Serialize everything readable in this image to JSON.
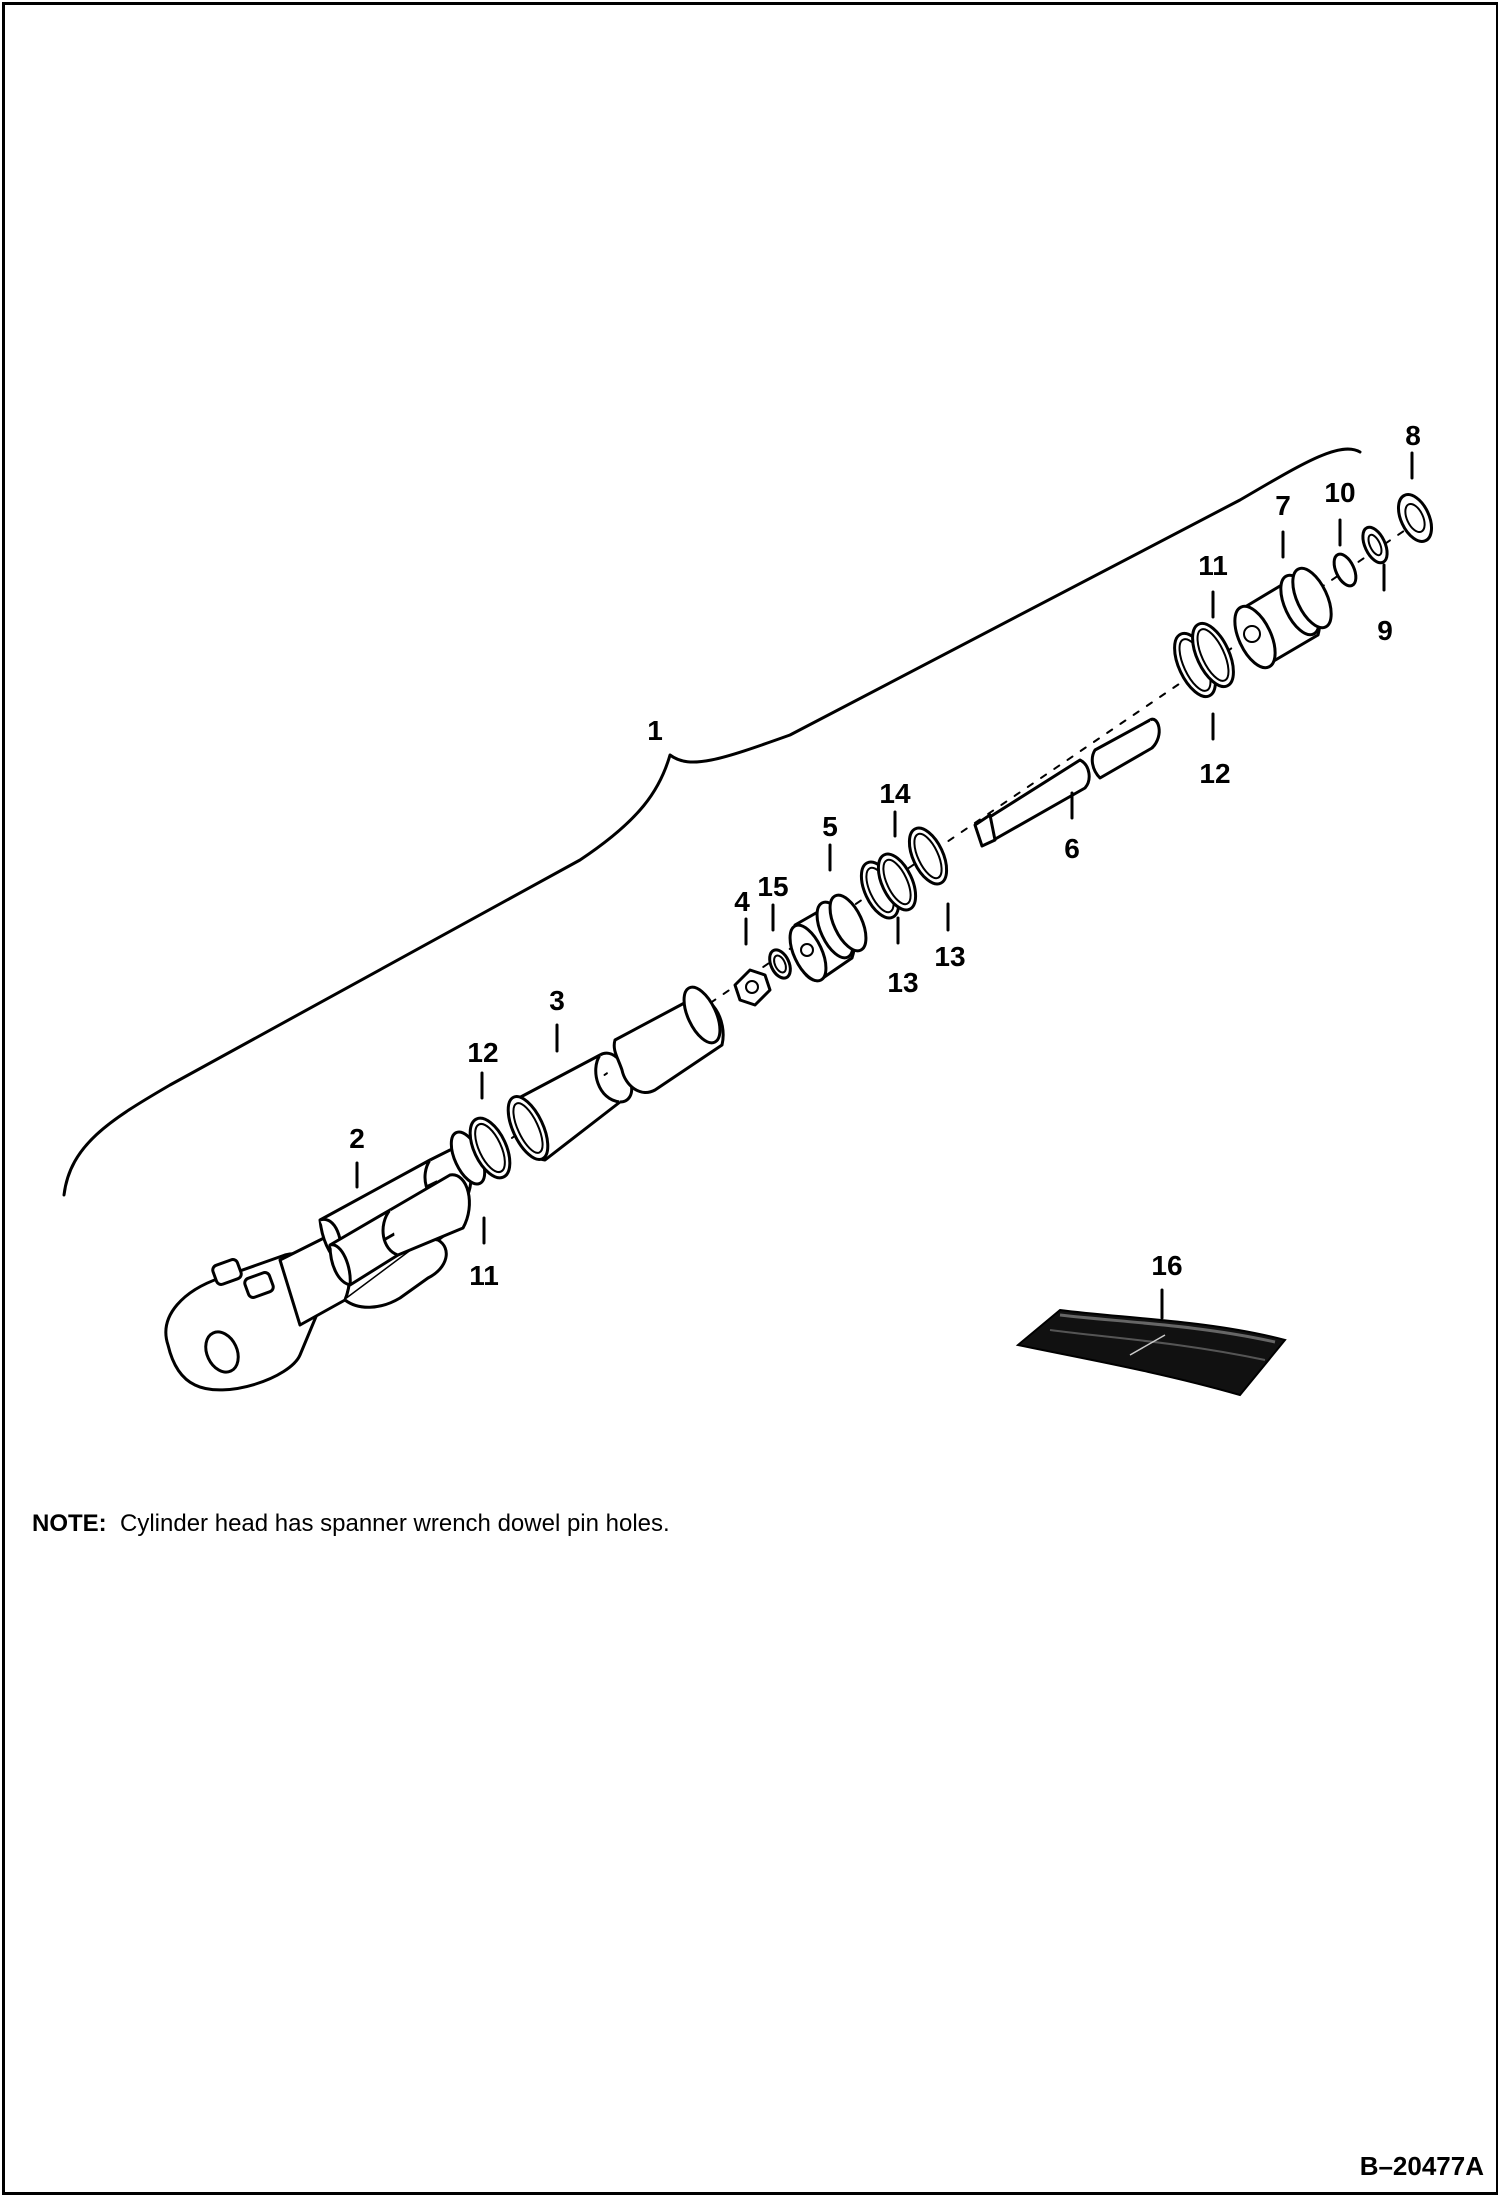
{
  "callouts": {
    "c1": "1",
    "c2": "2",
    "c3": "3",
    "c4": "4",
    "c5": "5",
    "c6": "6",
    "c7": "7",
    "c8": "8",
    "c9": "9",
    "c10": "10",
    "c11a": "11",
    "c11b": "11",
    "c12a": "12",
    "c12b": "12",
    "c13a": "13",
    "c13b": "13",
    "c14": "14",
    "c15": "15",
    "c16": "16"
  },
  "note": {
    "label": "NOTE:",
    "text": "Cylinder head has spanner wrench dowel pin holes."
  },
  "doc_id": "B–20477A"
}
